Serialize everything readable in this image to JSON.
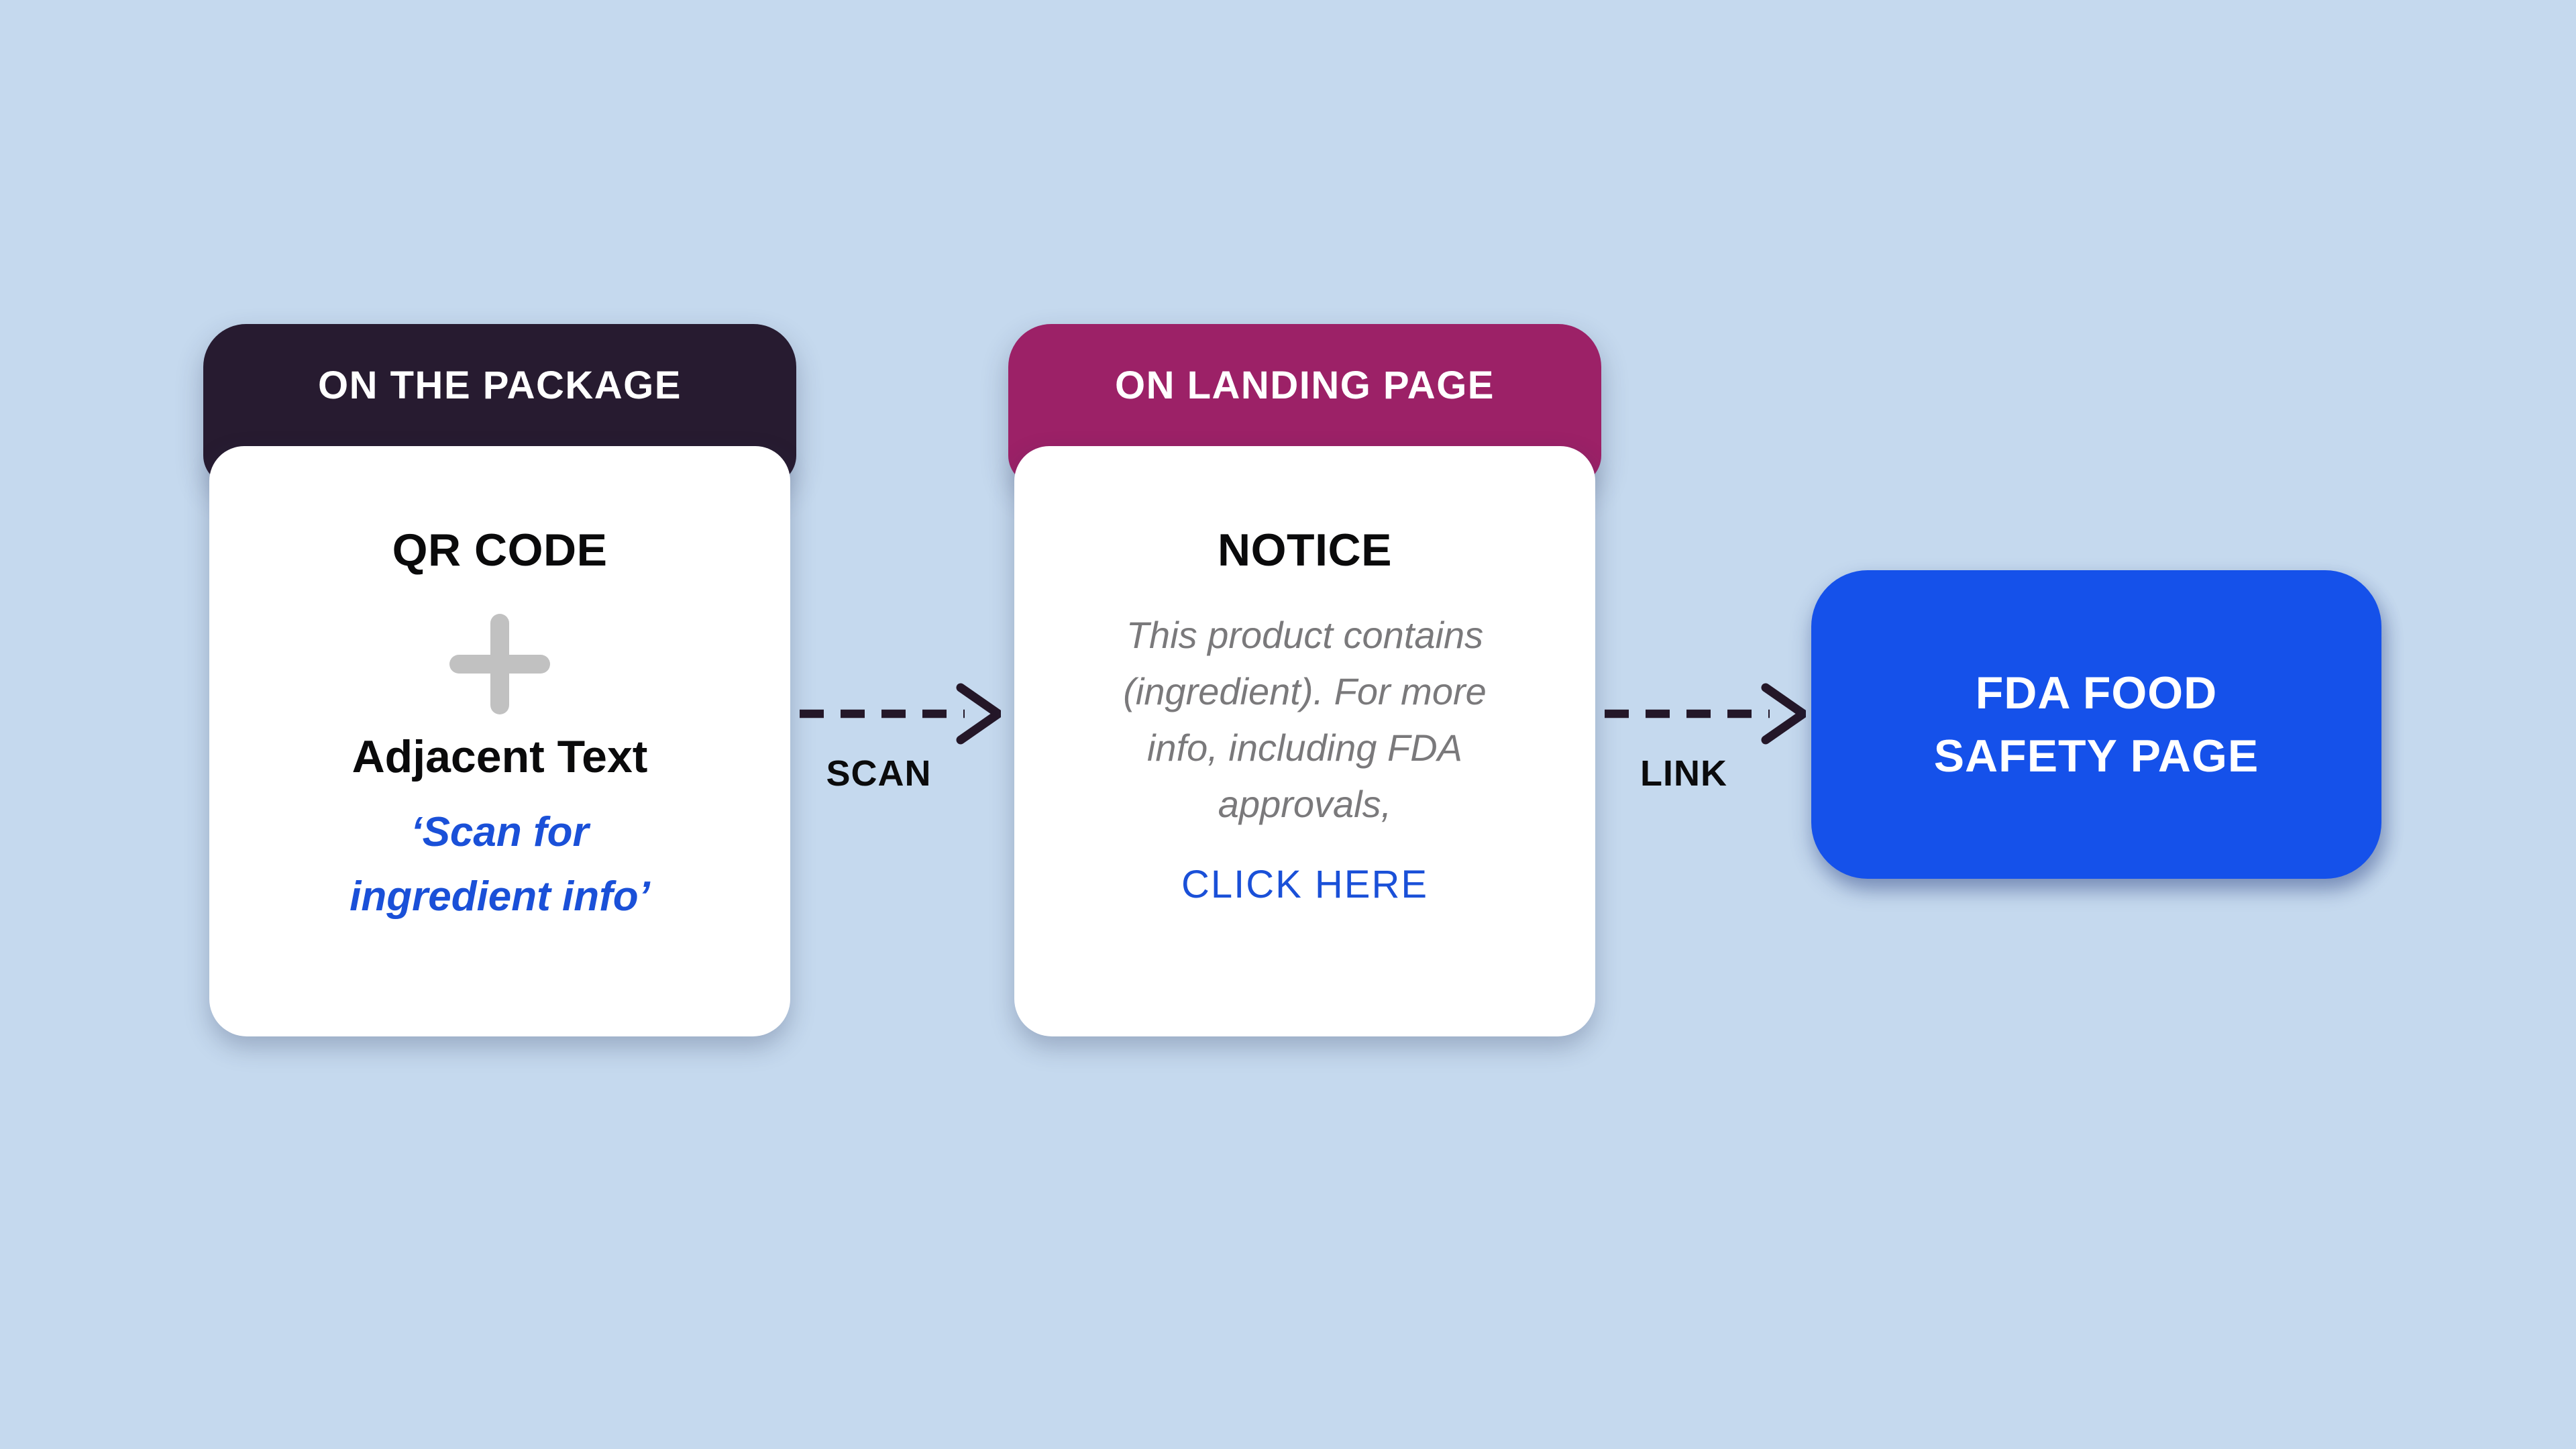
{
  "diagram": {
    "background_color": "#C5D9EE",
    "arrow_color": "#241728",
    "package_card": {
      "header_label": "ON THE PACKAGE",
      "header_color": "#271B30",
      "title": "QR CODE",
      "plus_icon": "plus-icon",
      "subtitle": "Adjacent Text",
      "scan_hint_lines": [
        "‘Scan for",
        "ingredient info’"
      ],
      "scan_hint_color": "#1A50D8"
    },
    "scan_connector": {
      "label": "SCAN"
    },
    "landing_card": {
      "header_label": "ON LANDING PAGE",
      "header_color": "#9C2167",
      "title": "NOTICE",
      "notice_lines": [
        "This product contains",
        "(ingredient). For more",
        "info, including FDA",
        "approvals,"
      ],
      "notice_text_color": "#7A797B",
      "link_label": "CLICK HERE",
      "link_color": "#1A50D8"
    },
    "link_connector": {
      "label": "LINK"
    },
    "fda_button": {
      "lines": [
        "FDA FOOD",
        "SAFETY PAGE"
      ],
      "color": "#1551EA"
    }
  }
}
